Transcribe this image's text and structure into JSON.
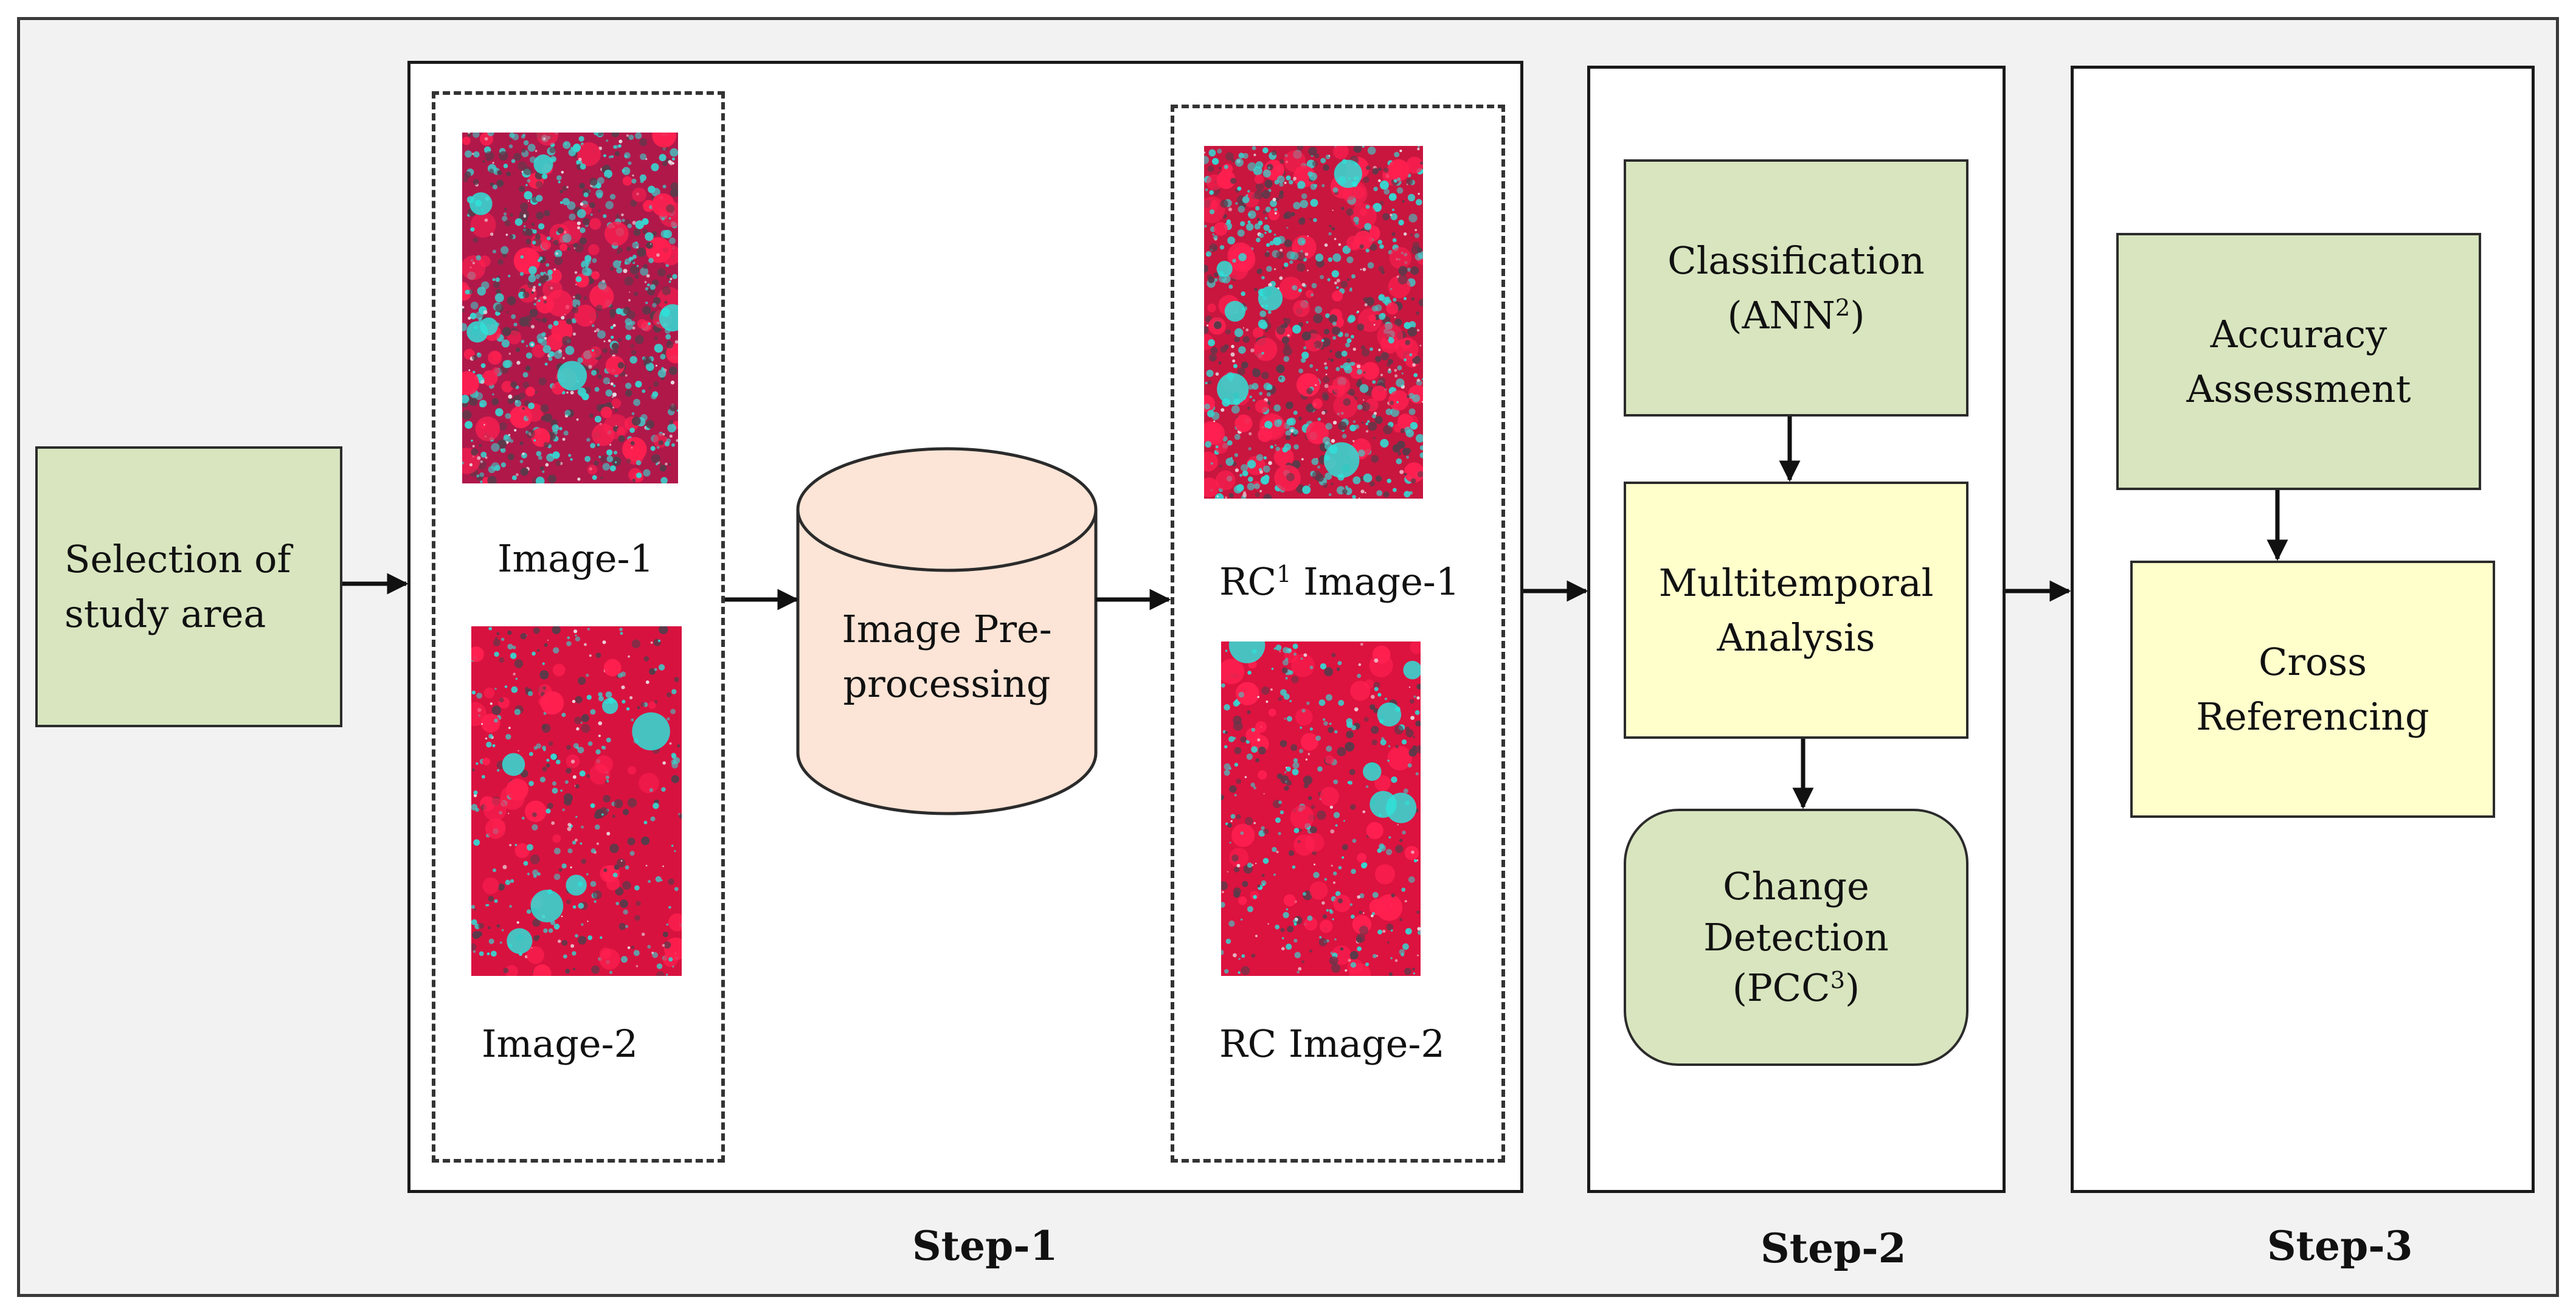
{
  "selection": {
    "line1": "Selection of",
    "line2": "study area"
  },
  "step1": {
    "image1_label": "Image-1",
    "image2_label": "Image-2",
    "preprocessing": {
      "line1": "Image Pre-",
      "line2": "processing"
    },
    "rc_image1": {
      "prefix": "RC",
      "sup": "1",
      "suffix": " Image-1"
    },
    "rc_image2_label": "RC Image-2",
    "step_label": "Step-1"
  },
  "step2": {
    "classification": {
      "line1": "Classification",
      "line2_prefix": "(ANN",
      "line2_sup": "2",
      "line2_suffix": ")"
    },
    "multitemporal": {
      "line1": "Multitemporal",
      "line2": "Analysis"
    },
    "change": {
      "line1": "Change",
      "line2": "Detection",
      "line3_prefix": "(PCC",
      "line3_sup": "3",
      "line3_suffix": ")"
    },
    "step_label": "Step-2"
  },
  "step3": {
    "accuracy": {
      "line1": "Accuracy",
      "line2": "Assessment"
    },
    "cross": {
      "line1": "Cross",
      "line2": "Referencing"
    },
    "step_label": "Step-3"
  },
  "colors": {
    "green_box": "#d8e5bf",
    "yellow_box": "#ffffcc",
    "cylinder_fill": "#fce4d6",
    "frame_bg": "#f2f2f2",
    "satellite_red": "#d8123f",
    "satellite_cyan": "#39d3cf"
  }
}
